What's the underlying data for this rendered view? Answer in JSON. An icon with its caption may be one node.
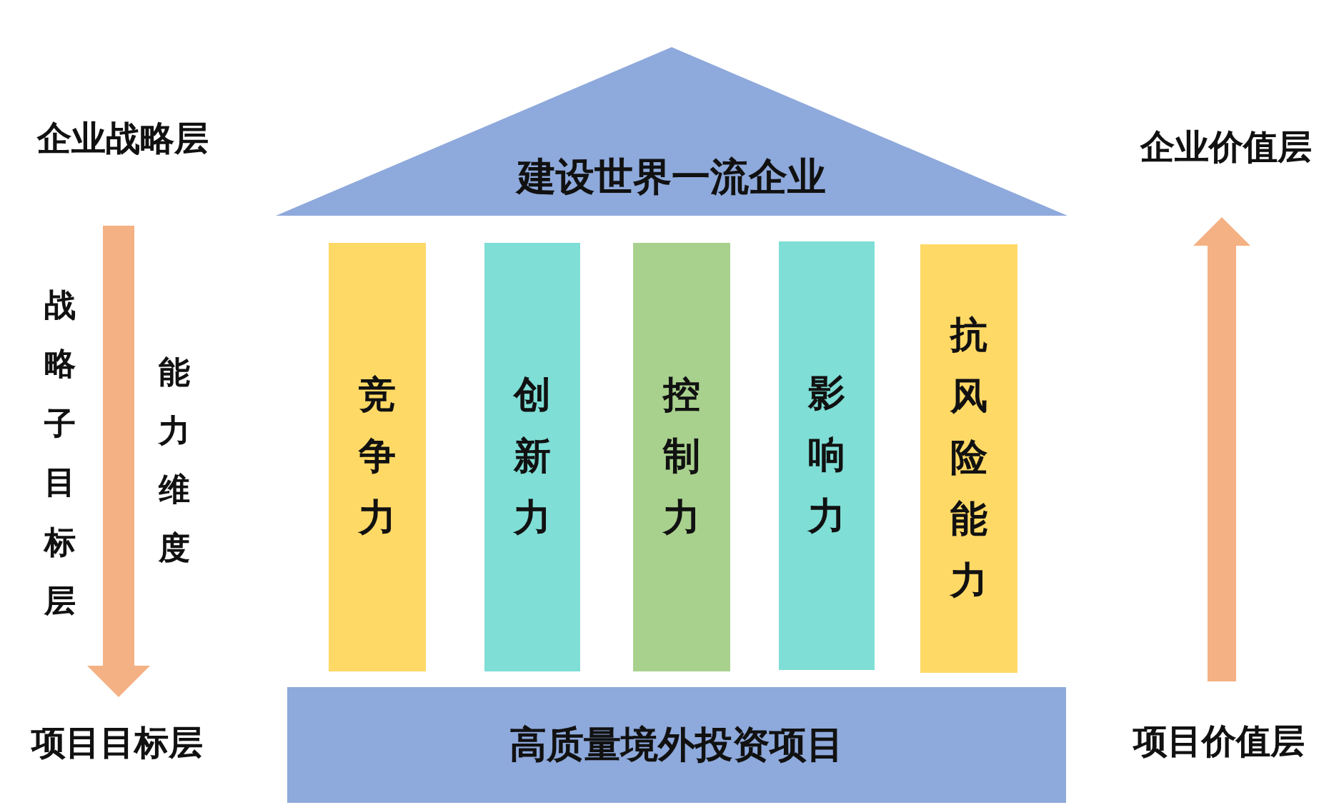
{
  "diagram": {
    "nodes": [
      {
        "text": [
          "企业战略层"
        ]
      },
      {
        "text": [
          "建设世界一流企业"
        ]
      },
      {
        "text": [
          "企业价值层"
        ]
      },
      {
        "text": [
          "竞争力"
        ]
      },
      {
        "text": [
          "创新力"
        ]
      },
      {
        "text": [
          "控制力"
        ]
      },
      {
        "text": [
          "影响力"
        ]
      },
      {
        "text": [
          "抗风险能力"
        ]
      },
      {
        "text": [
          "项目目标层"
        ]
      },
      {
        "text": [
          "高质量境外投资项目"
        ]
      },
      {
        "text": [
          "项目价值层"
        ]
      }
    ],
    "edges": [
      {
        "from": 0,
        "to": 8,
        "arrow": "to"
      },
      {
        "from": 10,
        "to": 2,
        "arrow": "to"
      }
    ],
    "labels": [
      "战略子目标层",
      "能力维度"
    ]
  }
}
